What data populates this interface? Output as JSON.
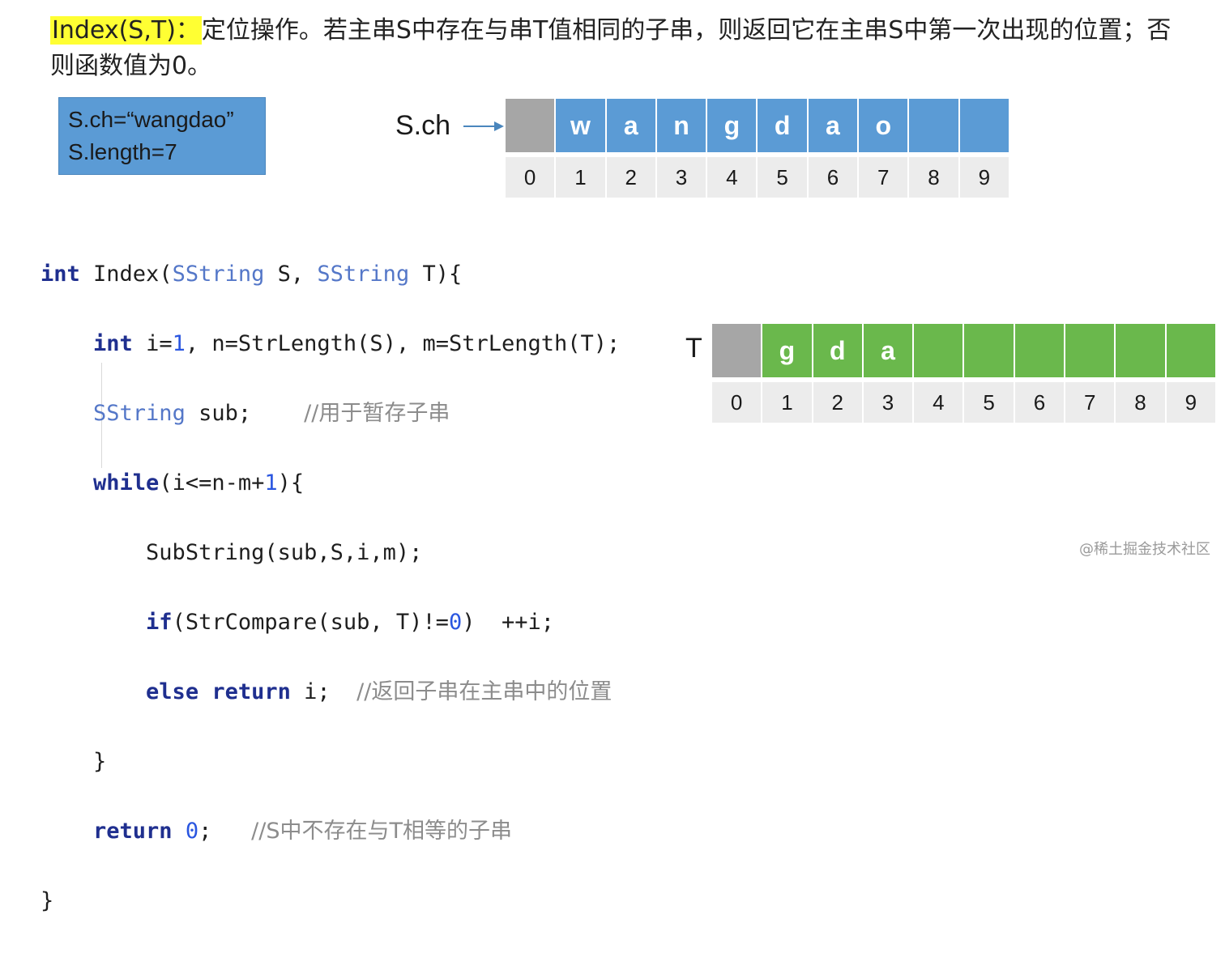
{
  "description": {
    "func_sig": "Index(S,T)：",
    "text": "定位操作。若主串S中存在与串T值相同的子串，则返回它在主串S中第一次出现的位置；否则函数值为0。"
  },
  "info_box": {
    "line1": "S.ch=“wangdao”",
    "line2": "S.length=7"
  },
  "array_s": {
    "label": "S.ch",
    "cells": [
      "",
      "w",
      "a",
      "n",
      "g",
      "d",
      "a",
      "o",
      "",
      ""
    ],
    "indices": [
      "0",
      "1",
      "2",
      "3",
      "4",
      "5",
      "6",
      "7",
      "8",
      "9"
    ]
  },
  "array_t": {
    "label": "T",
    "cells": [
      "",
      "g",
      "d",
      "a",
      "",
      "",
      "",
      "",
      "",
      ""
    ],
    "indices": [
      "0",
      "1",
      "2",
      "3",
      "4",
      "5",
      "6",
      "7",
      "8",
      "9"
    ]
  },
  "code": {
    "l1": {
      "kw": "int",
      "a": " Index(",
      "t1": "SString",
      "b": " S, ",
      "t2": "SString",
      "c": " T){"
    },
    "l2": {
      "kw": "int",
      "a": " i=",
      "n": "1",
      "b": ", n=StrLength(S), m=StrLength(T);"
    },
    "l3": {
      "t": "SString",
      "a": " sub;    ",
      "cm": "//用于暂存子串"
    },
    "l4": {
      "kw": "while",
      "a": "(i<=n-m+",
      "n": "1",
      "b": "){"
    },
    "l5": {
      "a": "SubString(sub,S,i,m);"
    },
    "l6": {
      "kw": "if",
      "a": "(StrCompare(sub, T)!=",
      "n": "0",
      "b": ")  ++i;"
    },
    "l7": {
      "kw1": "else",
      "sp": " ",
      "kw2": "return",
      "a": " i;  ",
      "cm": "//返回子串在主串中的位置"
    },
    "l8": {
      "a": "}"
    },
    "l9": {
      "kw": "return",
      "sp": " ",
      "n": "0",
      "a": ";   ",
      "cm": "//S中不存在与T相等的子串"
    },
    "l10": {
      "a": "}"
    }
  },
  "watermark": "@稀土掘金技术社区",
  "colors": {
    "highlight": "#ffff33",
    "blue_cell": "#5b9bd5",
    "green_cell": "#6ab84c",
    "gray_cell": "#a6a6a6",
    "index_bg": "#ececec"
  }
}
